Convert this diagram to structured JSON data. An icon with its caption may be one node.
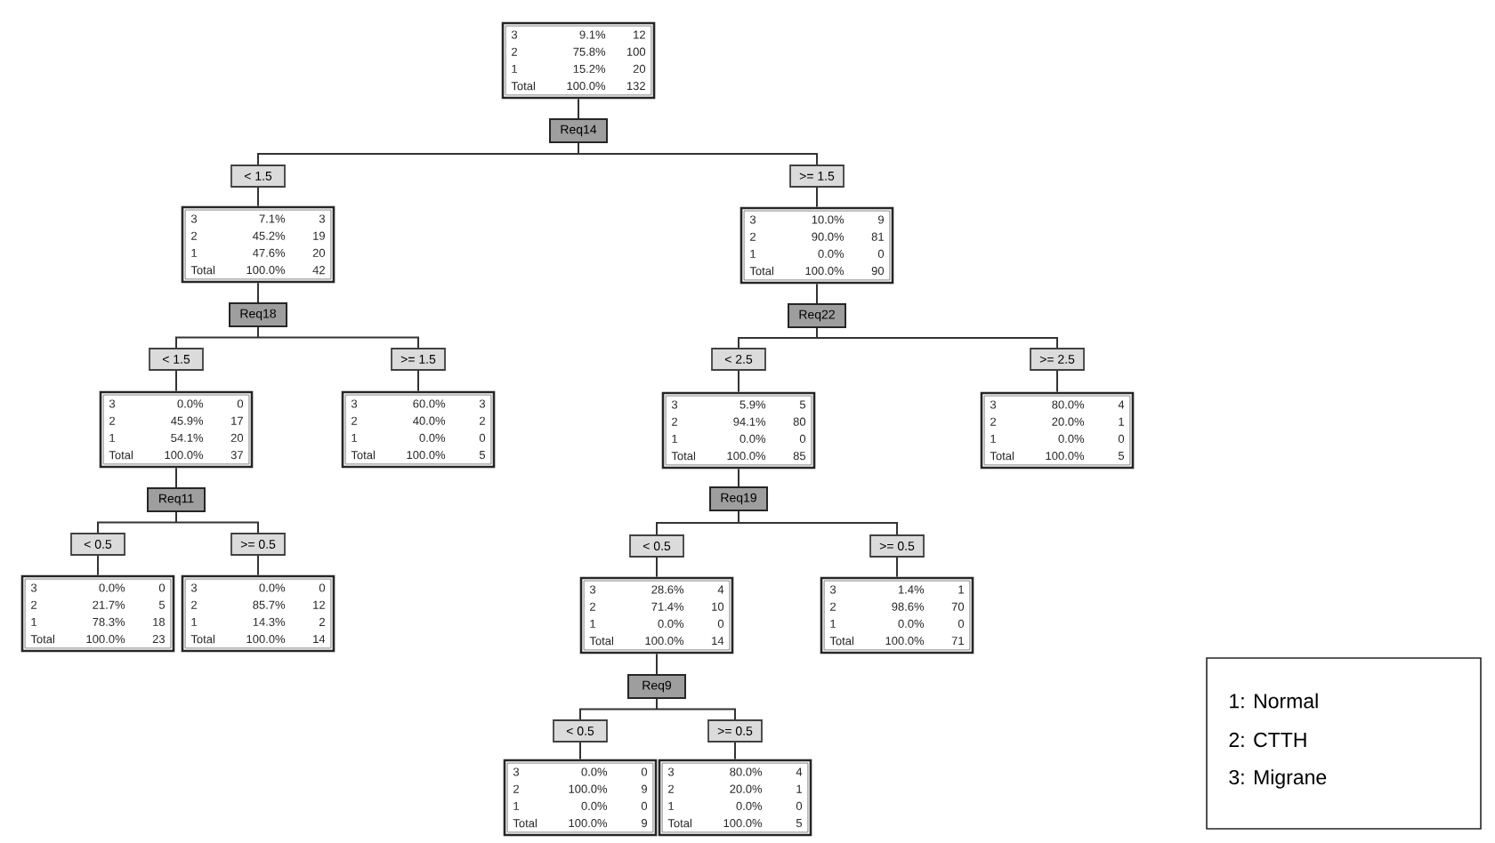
{
  "diagram": {
    "nodes": [
      {
        "text": [
          "3",
          "9.1%",
          "12",
          "2",
          "75.8%",
          "100",
          "1",
          "15.2%",
          "20",
          "Total",
          "100.0%",
          "132"
        ]
      },
      {
        "text": [
          "Req14"
        ]
      },
      {
        "text": [
          "< 1.5"
        ]
      },
      {
        "text": [
          ">= 1.5"
        ]
      },
      {
        "text": [
          "3",
          "7.1%",
          "3",
          "2",
          "45.2%",
          "19",
          "1",
          "47.6%",
          "20",
          "Total",
          "100.0%",
          "42"
        ]
      },
      {
        "text": [
          "3",
          "10.0%",
          "9",
          "2",
          "90.0%",
          "81",
          "1",
          "0.0%",
          "0",
          "Total",
          "100.0%",
          "90"
        ]
      },
      {
        "text": [
          "Req18"
        ]
      },
      {
        "text": [
          "Req22"
        ]
      },
      {
        "text": [
          "< 1.5"
        ]
      },
      {
        "text": [
          ">= 1.5"
        ]
      },
      {
        "text": [
          "< 2.5"
        ]
      },
      {
        "text": [
          ">= 2.5"
        ]
      },
      {
        "text": [
          "3",
          "0.0%",
          "0",
          "2",
          "45.9%",
          "17",
          "1",
          "54.1%",
          "20",
          "Total",
          "100.0%",
          "37"
        ]
      },
      {
        "text": [
          "3",
          "60.0%",
          "3",
          "2",
          "40.0%",
          "2",
          "1",
          "0.0%",
          "0",
          "Total",
          "100.0%",
          "5"
        ]
      },
      {
        "text": [
          "3",
          "5.9%",
          "5",
          "2",
          "94.1%",
          "80",
          "1",
          "0.0%",
          "0",
          "Total",
          "100.0%",
          "85"
        ]
      },
      {
        "text": [
          "3",
          "80.0%",
          "4",
          "2",
          "20.0%",
          "1",
          "1",
          "0.0%",
          "0",
          "Total",
          "100.0%",
          "5"
        ]
      },
      {
        "text": [
          "Req11"
        ]
      },
      {
        "text": [
          "Req19"
        ]
      },
      {
        "text": [
          "< 0.5"
        ]
      },
      {
        "text": [
          ">= 0.5"
        ]
      },
      {
        "text": [
          "< 0.5"
        ]
      },
      {
        "text": [
          ">= 0.5"
        ]
      },
      {
        "text": [
          "3",
          "0.0%",
          "0",
          "2",
          "21.7%",
          "5",
          "1",
          "78.3%",
          "18",
          "Total",
          "100.0%",
          "23"
        ]
      },
      {
        "text": [
          "3",
          "0.0%",
          "0",
          "2",
          "85.7%",
          "12",
          "1",
          "14.3%",
          "2",
          "Total",
          "100.0%",
          "14"
        ]
      },
      {
        "text": [
          "3",
          "28.6%",
          "4",
          "2",
          "71.4%",
          "10",
          "1",
          "0.0%",
          "0",
          "Total",
          "100.0%",
          "14"
        ]
      },
      {
        "text": [
          "3",
          "1.4%",
          "1",
          "2",
          "98.6%",
          "70",
          "1",
          "0.0%",
          "0",
          "Total",
          "100.0%",
          "71"
        ]
      },
      {
        "text": [
          "Req9"
        ]
      },
      {
        "text": [
          "< 0.5"
        ]
      },
      {
        "text": [
          ">= 0.5"
        ]
      },
      {
        "text": [
          "3",
          "0.0%",
          "0",
          "2",
          "100.0%",
          "9",
          "1",
          "0.0%",
          "0",
          "Total",
          "100.0%",
          "9"
        ]
      },
      {
        "text": [
          "3",
          "80.0%",
          "4",
          "2",
          "20.0%",
          "1",
          "1",
          "0.0%",
          "0",
          "Total",
          "100.0%",
          "5"
        ]
      },
      {
        "text": [
          "1: Normal",
          "2: CTTH",
          "3: Migrane"
        ]
      }
    ],
    "edges": [
      {
        "from": 0,
        "to": 1,
        "arrow": "none"
      },
      {
        "from": 1,
        "to": 2,
        "arrow": "none"
      },
      {
        "from": 1,
        "to": 3,
        "arrow": "none"
      },
      {
        "from": 2,
        "to": 4,
        "arrow": "none"
      },
      {
        "from": 3,
        "to": 5,
        "arrow": "none"
      },
      {
        "from": 4,
        "to": 6,
        "arrow": "none"
      },
      {
        "from": 5,
        "to": 7,
        "arrow": "none"
      },
      {
        "from": 6,
        "to": 8,
        "arrow": "none"
      },
      {
        "from": 6,
        "to": 9,
        "arrow": "none"
      },
      {
        "from": 7,
        "to": 10,
        "arrow": "none"
      },
      {
        "from": 7,
        "to": 11,
        "arrow": "none"
      },
      {
        "from": 8,
        "to": 12,
        "arrow": "none"
      },
      {
        "from": 9,
        "to": 13,
        "arrow": "none"
      },
      {
        "from": 10,
        "to": 14,
        "arrow": "none"
      },
      {
        "from": 11,
        "to": 15,
        "arrow": "none"
      },
      {
        "from": 12,
        "to": 16,
        "arrow": "none"
      },
      {
        "from": 14,
        "to": 17,
        "arrow": "none"
      },
      {
        "from": 16,
        "to": 18,
        "arrow": "none"
      },
      {
        "from": 16,
        "to": 19,
        "arrow": "none"
      },
      {
        "from": 17,
        "to": 20,
        "arrow": "none"
      },
      {
        "from": 17,
        "to": 21,
        "arrow": "none"
      },
      {
        "from": 18,
        "to": 22,
        "arrow": "none"
      },
      {
        "from": 19,
        "to": 23,
        "arrow": "none"
      },
      {
        "from": 20,
        "to": 24,
        "arrow": "none"
      },
      {
        "from": 21,
        "to": 25,
        "arrow": "none"
      },
      {
        "from": 24,
        "to": 26,
        "arrow": "none"
      },
      {
        "from": 26,
        "to": 27,
        "arrow": "none"
      },
      {
        "from": 26,
        "to": 28,
        "arrow": "none"
      },
      {
        "from": 27,
        "to": 29,
        "arrow": "none"
      },
      {
        "from": 28,
        "to": 30,
        "arrow": "none"
      }
    ]
  }
}
